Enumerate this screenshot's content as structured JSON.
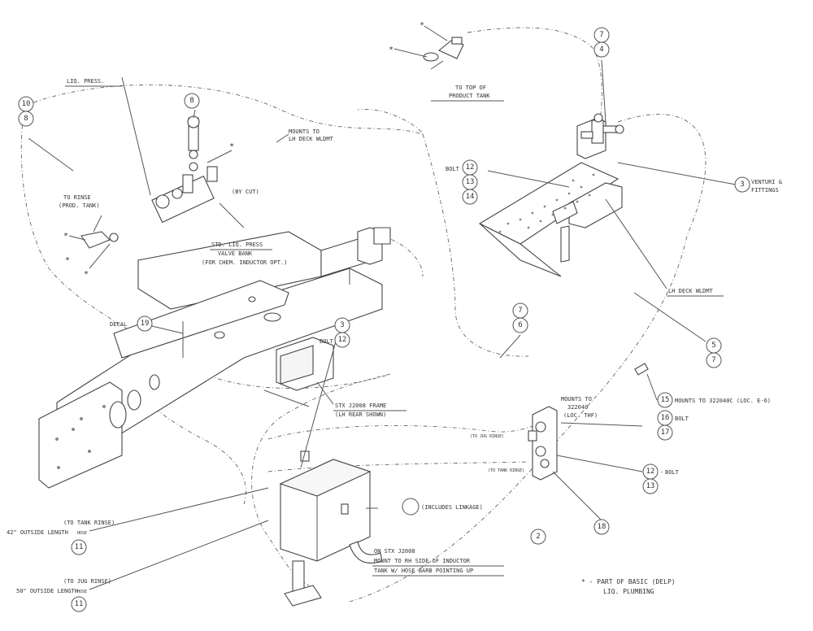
{
  "labels": {
    "liq_press": "LIQ. PRESS.",
    "to_top_product_tank": [
      "TO TOP OF",
      "PRODUCT TANK"
    ],
    "mounts_lh_deck": [
      "MOUNTS TO",
      "LH DECK WLDMT"
    ],
    "bar_cut": "(BY CUT)",
    "to_rinse": [
      "TO RINSE",
      "(PROD. TANK)"
    ],
    "std_valve_bank": [
      "STD. LIQ. PRESS",
      "VALVE BANK",
      "(FOR CHEM. INDUCTOR OPT.)"
    ],
    "bolt_deck": "BOLT",
    "venturi_fittings": [
      "VENTURI &",
      "FITTINGS"
    ],
    "lh_deck_wldmt": "LH DECK WLDMT",
    "decal": "DECAL",
    "bolt_mid": "BOLT",
    "frame": [
      "STX J2008 FRAME",
      "(LH REAR SHOWN)"
    ],
    "mounts_322040": [
      "MOUNTS TO",
      "322040",
      "(LOC. THF)"
    ],
    "to_jug_rinse_right": "(TO JUG RINSE)",
    "to_tank_rinse_right": "(TO TANK RINSE)",
    "bolt_right": "BOLT",
    "mounts_322040c": "MOUNTS TO 322040C (LOC. E-6)",
    "bolt_16": "BOLT",
    "includes_linkage": "(INCLUDES LINKAGE)",
    "to_tank_rinse_left": "(TO TANK RINSE)",
    "hose_42": "42\" OUTSIDE LENGTH",
    "hose_word": "HOSE",
    "to_jug_rinse_left": "(TO JUG RINSE)",
    "hose_50": "50\" OUTSIDE LENGTH",
    "on_stx": [
      "ON STX J2008",
      "MOUNT TO RH SIDE OF INDUCTOR",
      "TANK W/ HOSE BARB POINTING UP"
    ],
    "legend": [
      "* - PART OF BASIC (DELP)",
      "LIQ. PLUMBING"
    ],
    "asterisk": "*"
  },
  "balloons": {
    "b10": "10",
    "b8a": "8",
    "b8b": "8",
    "b7a": "7",
    "b4": "4",
    "b12a": "12",
    "b13a": "13",
    "b14": "14",
    "b3a": "3",
    "b7b": "7",
    "b6": "6",
    "b5": "5",
    "b7c": "7",
    "b19": "19",
    "b3b": "3",
    "b12b": "12",
    "b15": "15",
    "b16": "16",
    "b17": "17",
    "b12c": "12",
    "b13b": "13",
    "b18": "18",
    "b2": "2",
    "b1": "",
    "b11a": "11",
    "b11b": "11"
  }
}
